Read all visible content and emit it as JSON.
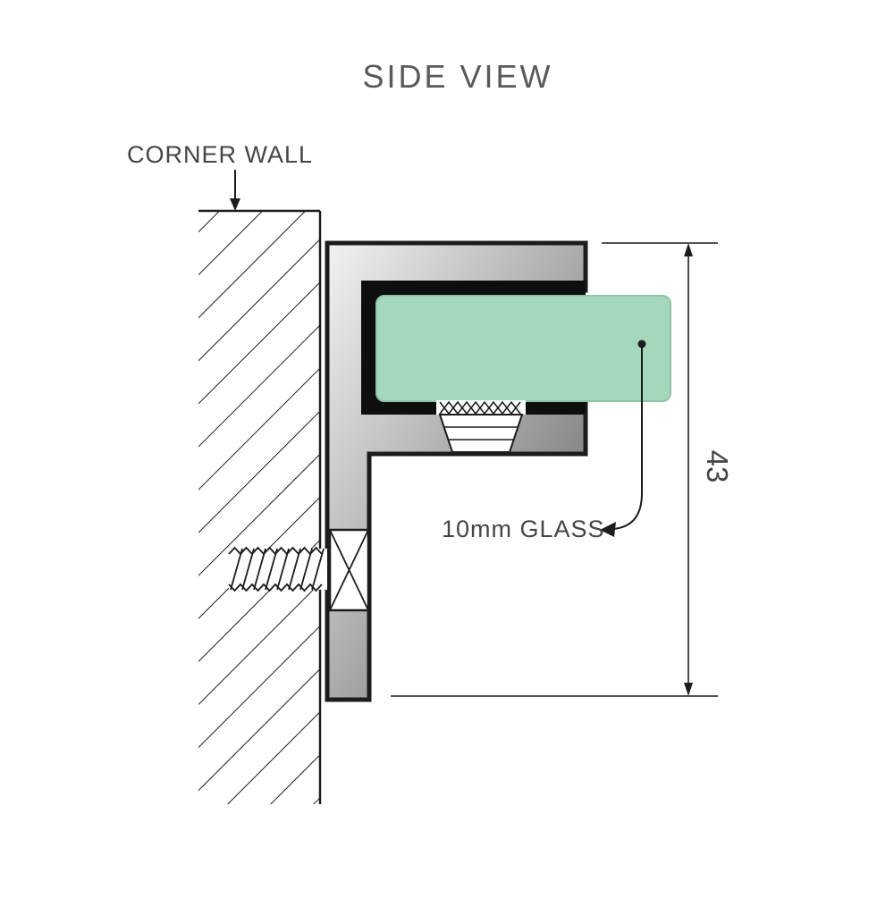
{
  "page": {
    "title": "SIDE VIEW"
  },
  "labels": {
    "corner_wall": "CORNER WALL",
    "glass": "10mm GLASS",
    "dimension_value": "43"
  },
  "colors": {
    "line": "#1c1c1c",
    "text": "#454545",
    "title_text": "#595959",
    "glass_fill": "#a3d8bb",
    "glass_stroke": "#90c2a8",
    "channel": "#0e0e0e",
    "metal_light": "#f2f2f2",
    "metal_mid": "#ababab",
    "metal_dark": "#5c5c5c",
    "background": "#ffffff"
  }
}
